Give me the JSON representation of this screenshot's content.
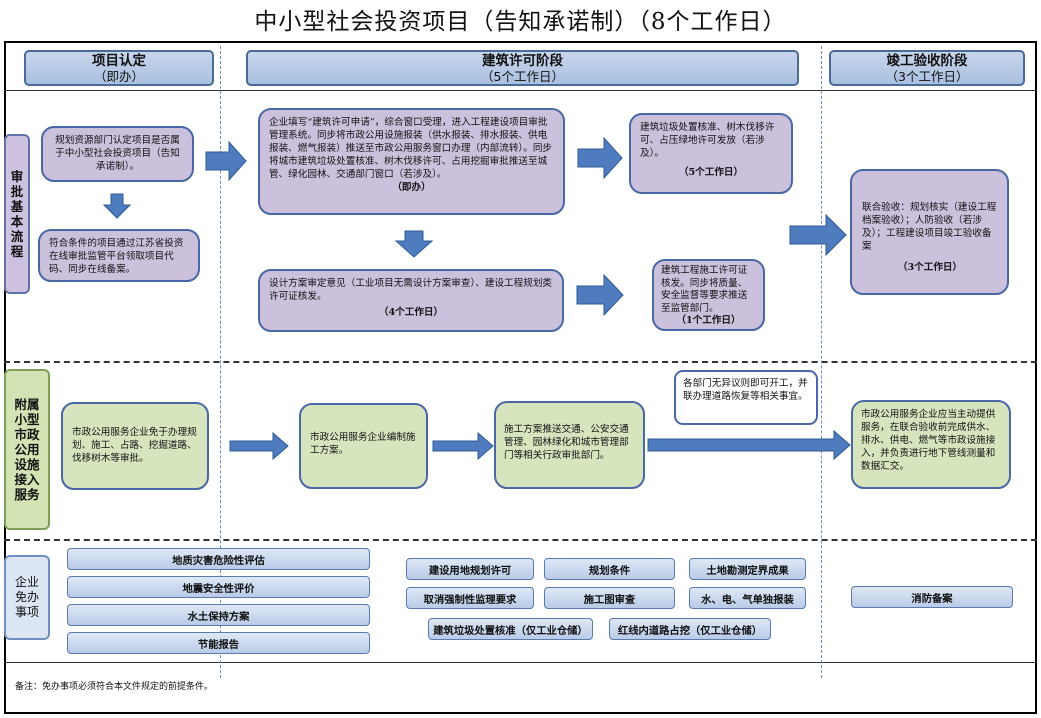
{
  "title": "中小型社会投资项目（告知承诺制）（8个工作日）",
  "headers": [
    {
      "line1": "项目认定",
      "line2": "（即办）"
    },
    {
      "line1": "建筑许可阶段",
      "line2": "（5个工作日）"
    },
    {
      "line1": "竣工验收阶段",
      "line2": "（3个工作日）"
    }
  ],
  "rows": {
    "approval": "审批基本流程",
    "utility": "附属小型市政公用设施接入服务",
    "exempt": "企业免办事项"
  },
  "approval_boxes": {
    "b1": "规划资源部门认定项目是否属于中小型社会投资项目（告知承诺制）。",
    "b2": "符合条件的项目通过江苏省投资在线审批监管平台领取项目代码、同步在线备案。",
    "b3": "企业填写“建筑许可申请”，综合窗口受理，进入工程建设项目审批管理系统。同步将市政公用设施报装（供水报装、排水报装、供电报装、燃气报装）推送至市政公用服务窗口办理（内部流转）。同步将城市建筑垃圾处置核准、树木伐移许可、占用挖掘审批推送至城管、绿化园林、交通部门窗口（若涉及）。",
    "b3_tag": "（即办）",
    "b4": "建筑垃圾处置核准、树木伐移许可、占压绿地许可发放（若涉及）。",
    "b4_tag": "（5个工作日）",
    "b5": "设计方案审定意见（工业项目无需设计方案审查）、建设工程规划类许可证核发。",
    "b5_tag": "（4个工作日）",
    "b6": "建筑工程施工许可证核发。同步将质量、安全监督等要求推送至监管部门。",
    "b6_tag": "（1个工作日）",
    "b7": "联合验收：规划核实（建设工程档案验收）；人防验收（若涉及）；工程建设项目竣工验收备案",
    "b7_tag": "（3个工作日）"
  },
  "utility_boxes": {
    "u1": "市政公用服务企业免于办理规划、施工、占路、挖掘道路、伐移树木等审批。",
    "u2": "市政公用服务企业编制施工方案。",
    "u3": "施工方案推送交通、公安交通管理、园林绿化和城市管理部门等相关行政审批部门。",
    "u4": "各部门无异议则即可开工，并联办理道路恢复等相关事宜。",
    "u5": "市政公用服务企业应当主动提供服务，在联合验收前完成供水、排水、供电、燃气等市政设施接入，并负责进行地下管线测量和数据汇交。"
  },
  "exempt_items": {
    "col1": [
      "地质灾害危险性评估",
      "地震安全性评价",
      "水土保持方案",
      "节能报告"
    ],
    "col2": [
      "建设用地规划许可",
      "规划条件",
      "土地勘测定界成果",
      "取消强制性监理要求",
      "施工图审查",
      "水、电、气单独报装",
      "建筑垃圾处置核准（仅工业仓储）",
      "红线内道路占挖（仅工业仓储）"
    ],
    "col3": [
      "消防备案"
    ]
  },
  "note": "备注：免办事项必须符合本文件规定的前提条件。",
  "colors": {
    "purple_box": "#ccc1dc",
    "green_box": "#d7e5bf",
    "border_blue": "#4a67a6",
    "arrow_blue": "#4f7cbf",
    "header_blue": "#a9c0e0"
  }
}
